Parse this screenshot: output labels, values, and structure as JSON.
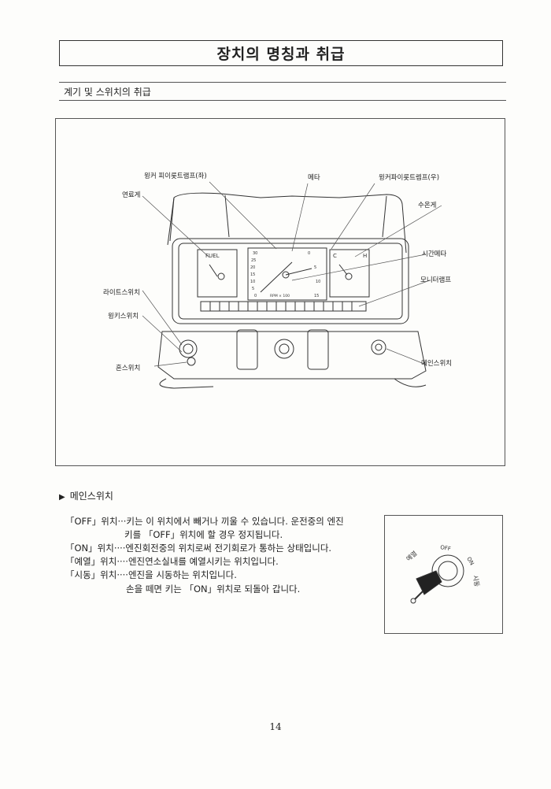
{
  "title": "장치의 명칭과 취급",
  "section": "계기 및 스위치의 취급",
  "figure": {
    "labels": [
      "윙커 피이롯트램프(좌)",
      "메타",
      "윙커파이롯트렘프(우)",
      "연료게",
      "수온게",
      "시간메타",
      "모니터램프",
      "라이트스위치",
      "윙키스위치",
      "혼스위치",
      "메인스위치"
    ],
    "gauge_text": {
      "fuel": "FUEL",
      "temp_c": "C",
      "temp_h": "H",
      "speed_ticks": [
        "30",
        "25",
        "20",
        "15",
        "10",
        "5",
        "0"
      ],
      "rpm_ticks": [
        "0",
        "5",
        "10",
        "15"
      ],
      "rpm_unit": "RPM × 100"
    }
  },
  "subsection": "메인스위치",
  "descriptions": [
    "「OFF」위치···키는 이 위치에서 빼거나 끼울 수 있습니다. 운전중의 엔진",
    "키를 「OFF」위치에 할 경우 정지됩니다.",
    "「ON」위치····엔진회전중의 위치로써 전기회로가 통하는 상태입니다.",
    "「예열」위치····엔진연소실내를 예열시키는 위치입니다.",
    "「시동」위치····엔진을 시동하는 위치입니다.",
    "손을 떼면 키는 「ON」위치로 되돌아 갑니다."
  ],
  "key_labels": [
    "예열",
    "OFF",
    "ON",
    "시동"
  ],
  "page_number": "14"
}
